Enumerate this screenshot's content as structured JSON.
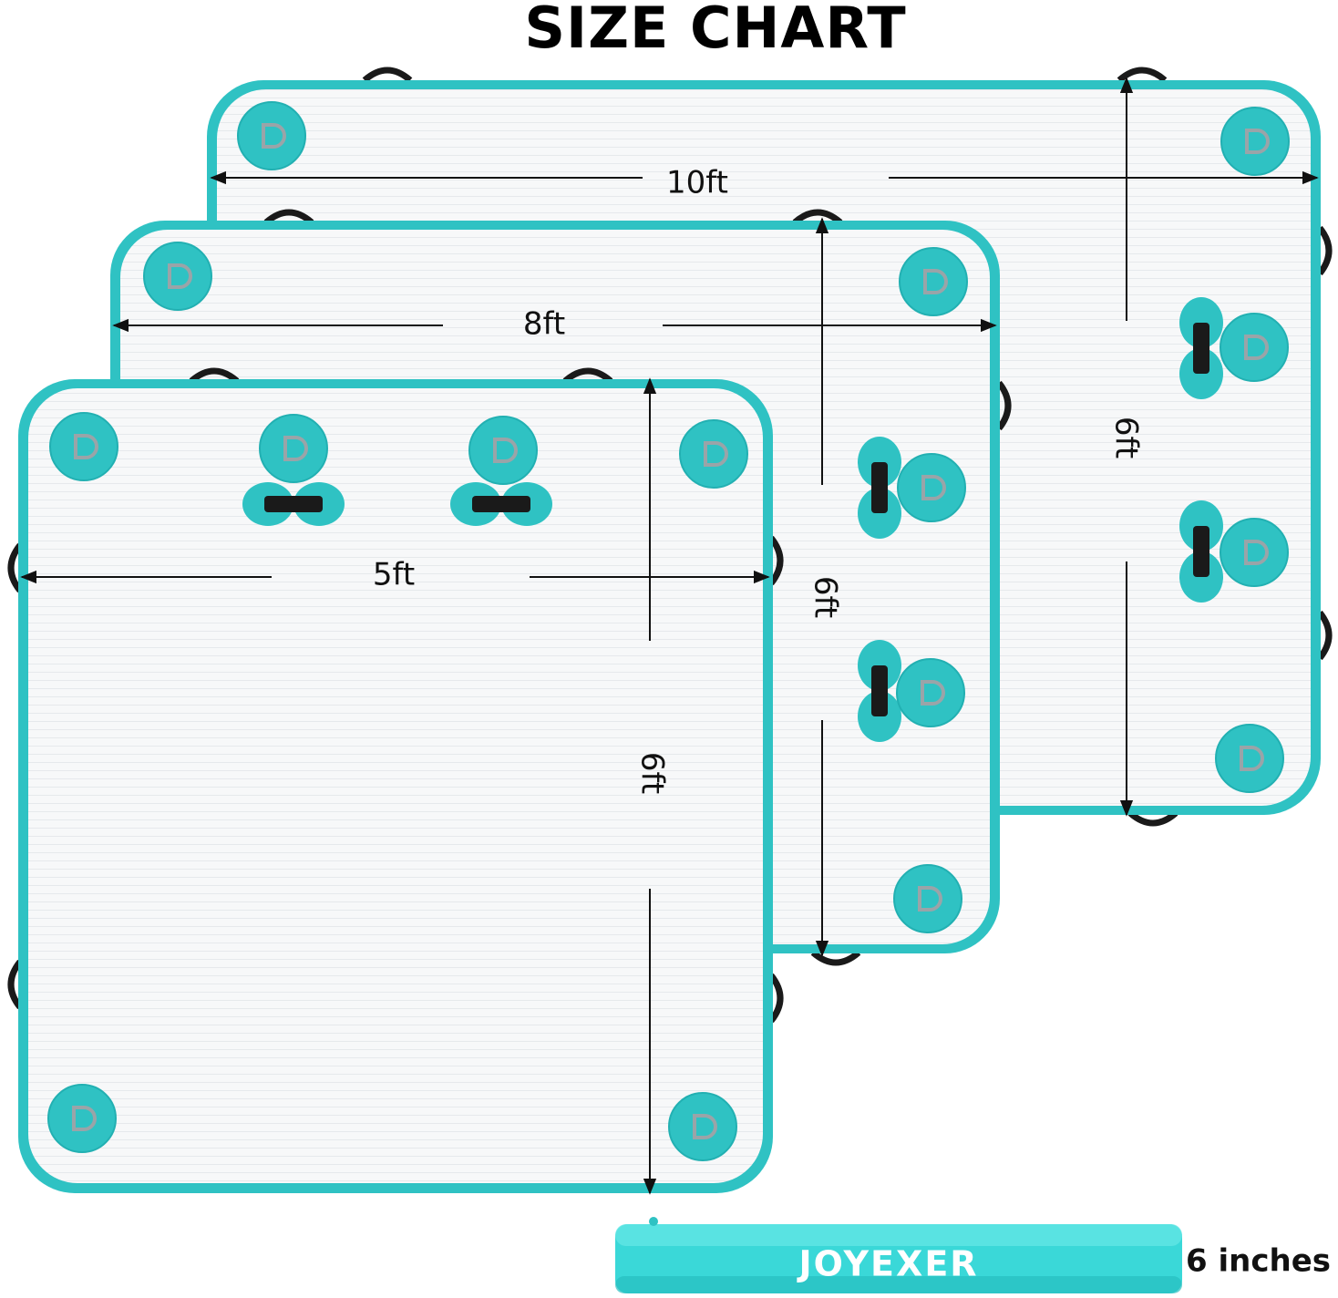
{
  "title": "SIZE CHART",
  "colors": {
    "teal": "#2fc2c3",
    "teal_dark": "#19a7aa",
    "mat_white": "#f6f7f8",
    "strap": "#1a1a1a",
    "dimension_line": "#111111"
  },
  "mats": [
    {
      "name": "large-mat",
      "width_label": "10ft",
      "length_label": "6ft"
    },
    {
      "name": "medium-mat",
      "width_label": "8ft",
      "length_label": "6ft"
    },
    {
      "name": "small-mat",
      "width_label": "5ft",
      "length_label": "6ft"
    }
  ],
  "thickness": {
    "brand": "JOYEXER",
    "label": "6 inches"
  },
  "icons": [
    "d-ring-icon",
    "carry-handle-icon",
    "strap-loop-icon",
    "valve-icon"
  ]
}
